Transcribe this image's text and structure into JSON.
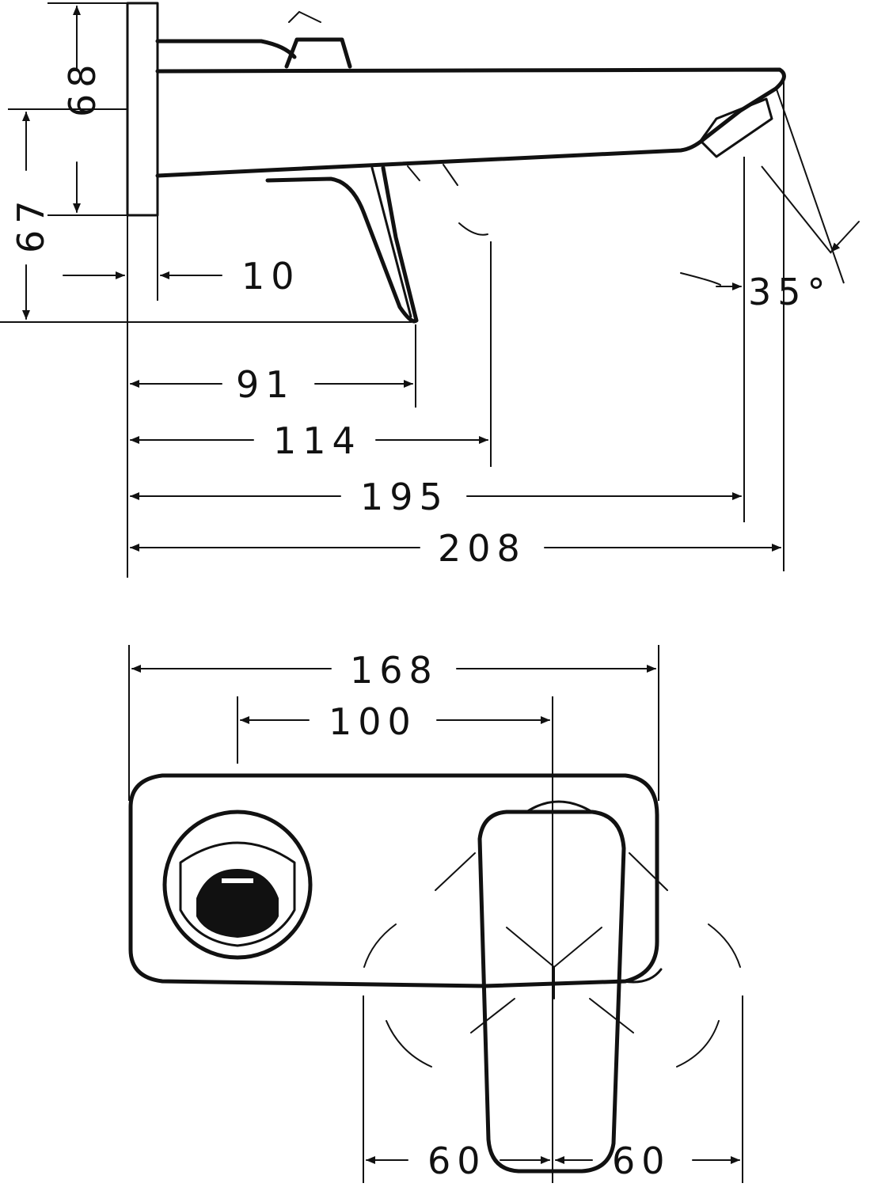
{
  "dimensions": {
    "side_view": {
      "wall_height": "68",
      "lever_height": "67",
      "plate_thickness": "10",
      "lever_reach": "91",
      "swing_reach": "114",
      "spout_outlet": "195",
      "total_projection": "208",
      "spout_angle": "35°"
    },
    "front_view": {
      "plate_width": "168",
      "center_distance": "100",
      "left_swing": "60",
      "right_swing": "60"
    }
  },
  "colors": {
    "line": "#111111",
    "background": "#ffffff"
  }
}
